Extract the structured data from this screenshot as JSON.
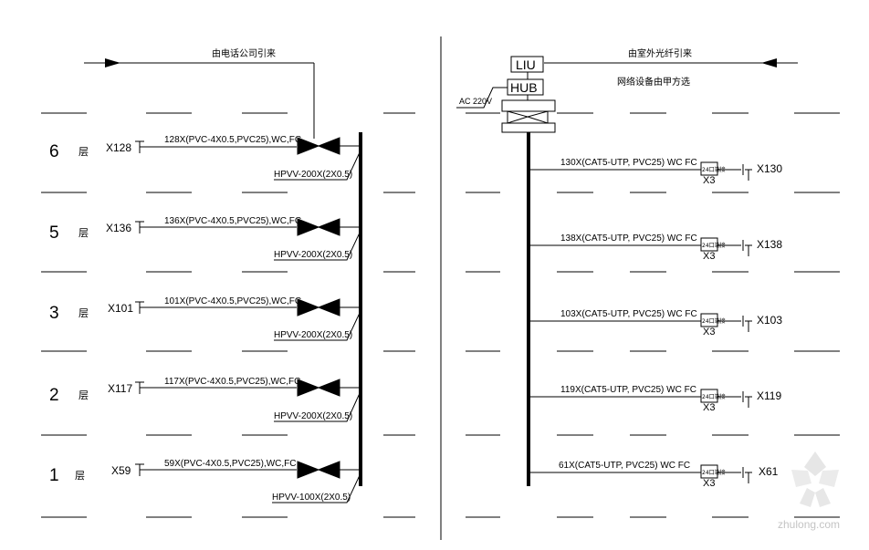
{
  "left": {
    "top_caption": "由电话公司引来",
    "floors": [
      {
        "num": "6",
        "suffix": "层",
        "tag": "X128",
        "cable": "128X(PVC-4X0.5,PVC25),WC,FC",
        "hpvv": "HPVV-200X(2X0.5)"
      },
      {
        "num": "5",
        "suffix": "层",
        "tag": "X136",
        "cable": "136X(PVC-4X0.5,PVC25),WC,FC",
        "hpvv": "HPVV-200X(2X0.5)"
      },
      {
        "num": "3",
        "suffix": "层",
        "tag": "X101",
        "cable": "101X(PVC-4X0.5,PVC25),WC,FC",
        "hpvv": "HPVV-200X(2X0.5)"
      },
      {
        "num": "2",
        "suffix": "层",
        "tag": "X117",
        "cable": "117X(PVC-4X0.5,PVC25),WC,FC",
        "hpvv": "HPVV-200X(2X0.5)"
      },
      {
        "num": "1",
        "suffix": "层",
        "tag": "X59",
        "cable": "59X(PVC-4X0.5,PVC25),WC,FC",
        "hpvv": "HPVV-100X(2X0.5)"
      }
    ]
  },
  "right": {
    "caption_1": "由室外光纤引来",
    "caption_2": "网络设备由甲方选",
    "liu": "LIU",
    "hub": "HUB",
    "ac": "AC 220V",
    "rows": [
      {
        "cable": "130X(CAT5-UTP, PVC25) WC FC",
        "box": "24口端接",
        "x3": "X3",
        "tag": "X130"
      },
      {
        "cable": "138X(CAT5-UTP, PVC25) WC FC",
        "box": "24口端接",
        "x3": "X3",
        "tag": "X138"
      },
      {
        "cable": "103X(CAT5-UTP, PVC25) WC FC",
        "box": "24口端接",
        "x3": "X3",
        "tag": "X103"
      },
      {
        "cable": "119X(CAT5-UTP, PVC25) WC FC",
        "box": "24口端接",
        "x3": "X3",
        "tag": "X119"
      },
      {
        "cable": "61X(CAT5-UTP, PVC25) WC FC",
        "box": "24口端接",
        "x3": "X3",
        "tag": "X61"
      }
    ]
  },
  "watermark": "zhulong.com"
}
